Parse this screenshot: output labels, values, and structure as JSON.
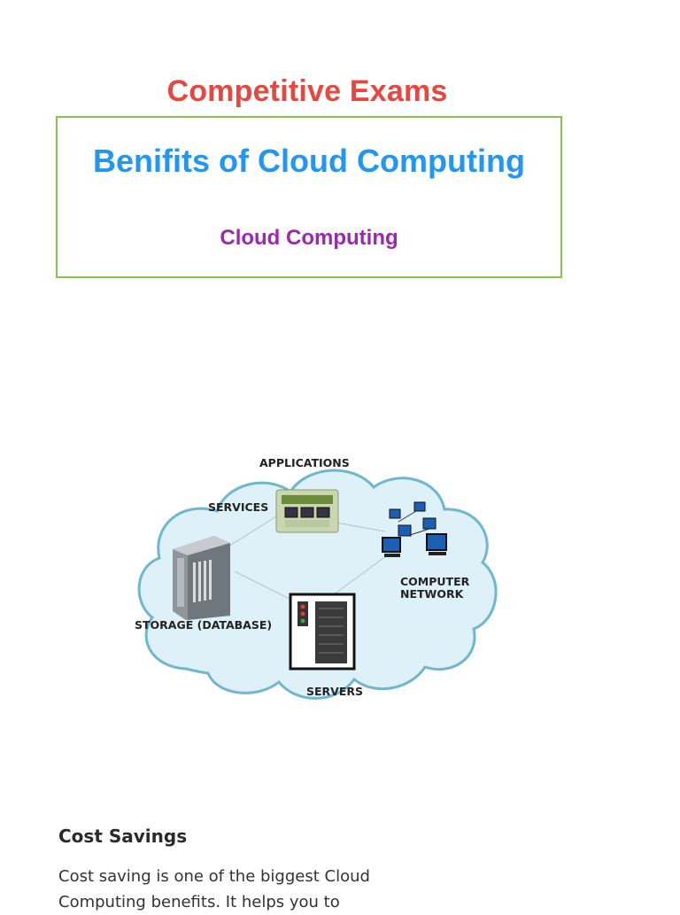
{
  "header": {
    "site_title": "Competitive Exams"
  },
  "hero": {
    "title": "Benifits of Cloud Computing",
    "subtitle": "Cloud Computing"
  },
  "diagram": {
    "labels": {
      "applications": "APPLICATIONS",
      "services": "SERVICES",
      "computer_network_line1": "COMPUTER",
      "computer_network_line2": "NETWORK",
      "storage": "STORAGE (DATABASE)",
      "servers": "SERVERS"
    },
    "colors": {
      "cloud_fill": "#dff1f8",
      "cloud_outline": "#6fb7cf"
    }
  },
  "article": {
    "section_heading": "Cost Savings",
    "paragraph": "Cost saving is one of the biggest Cloud Computing benefits. It helps you to"
  }
}
